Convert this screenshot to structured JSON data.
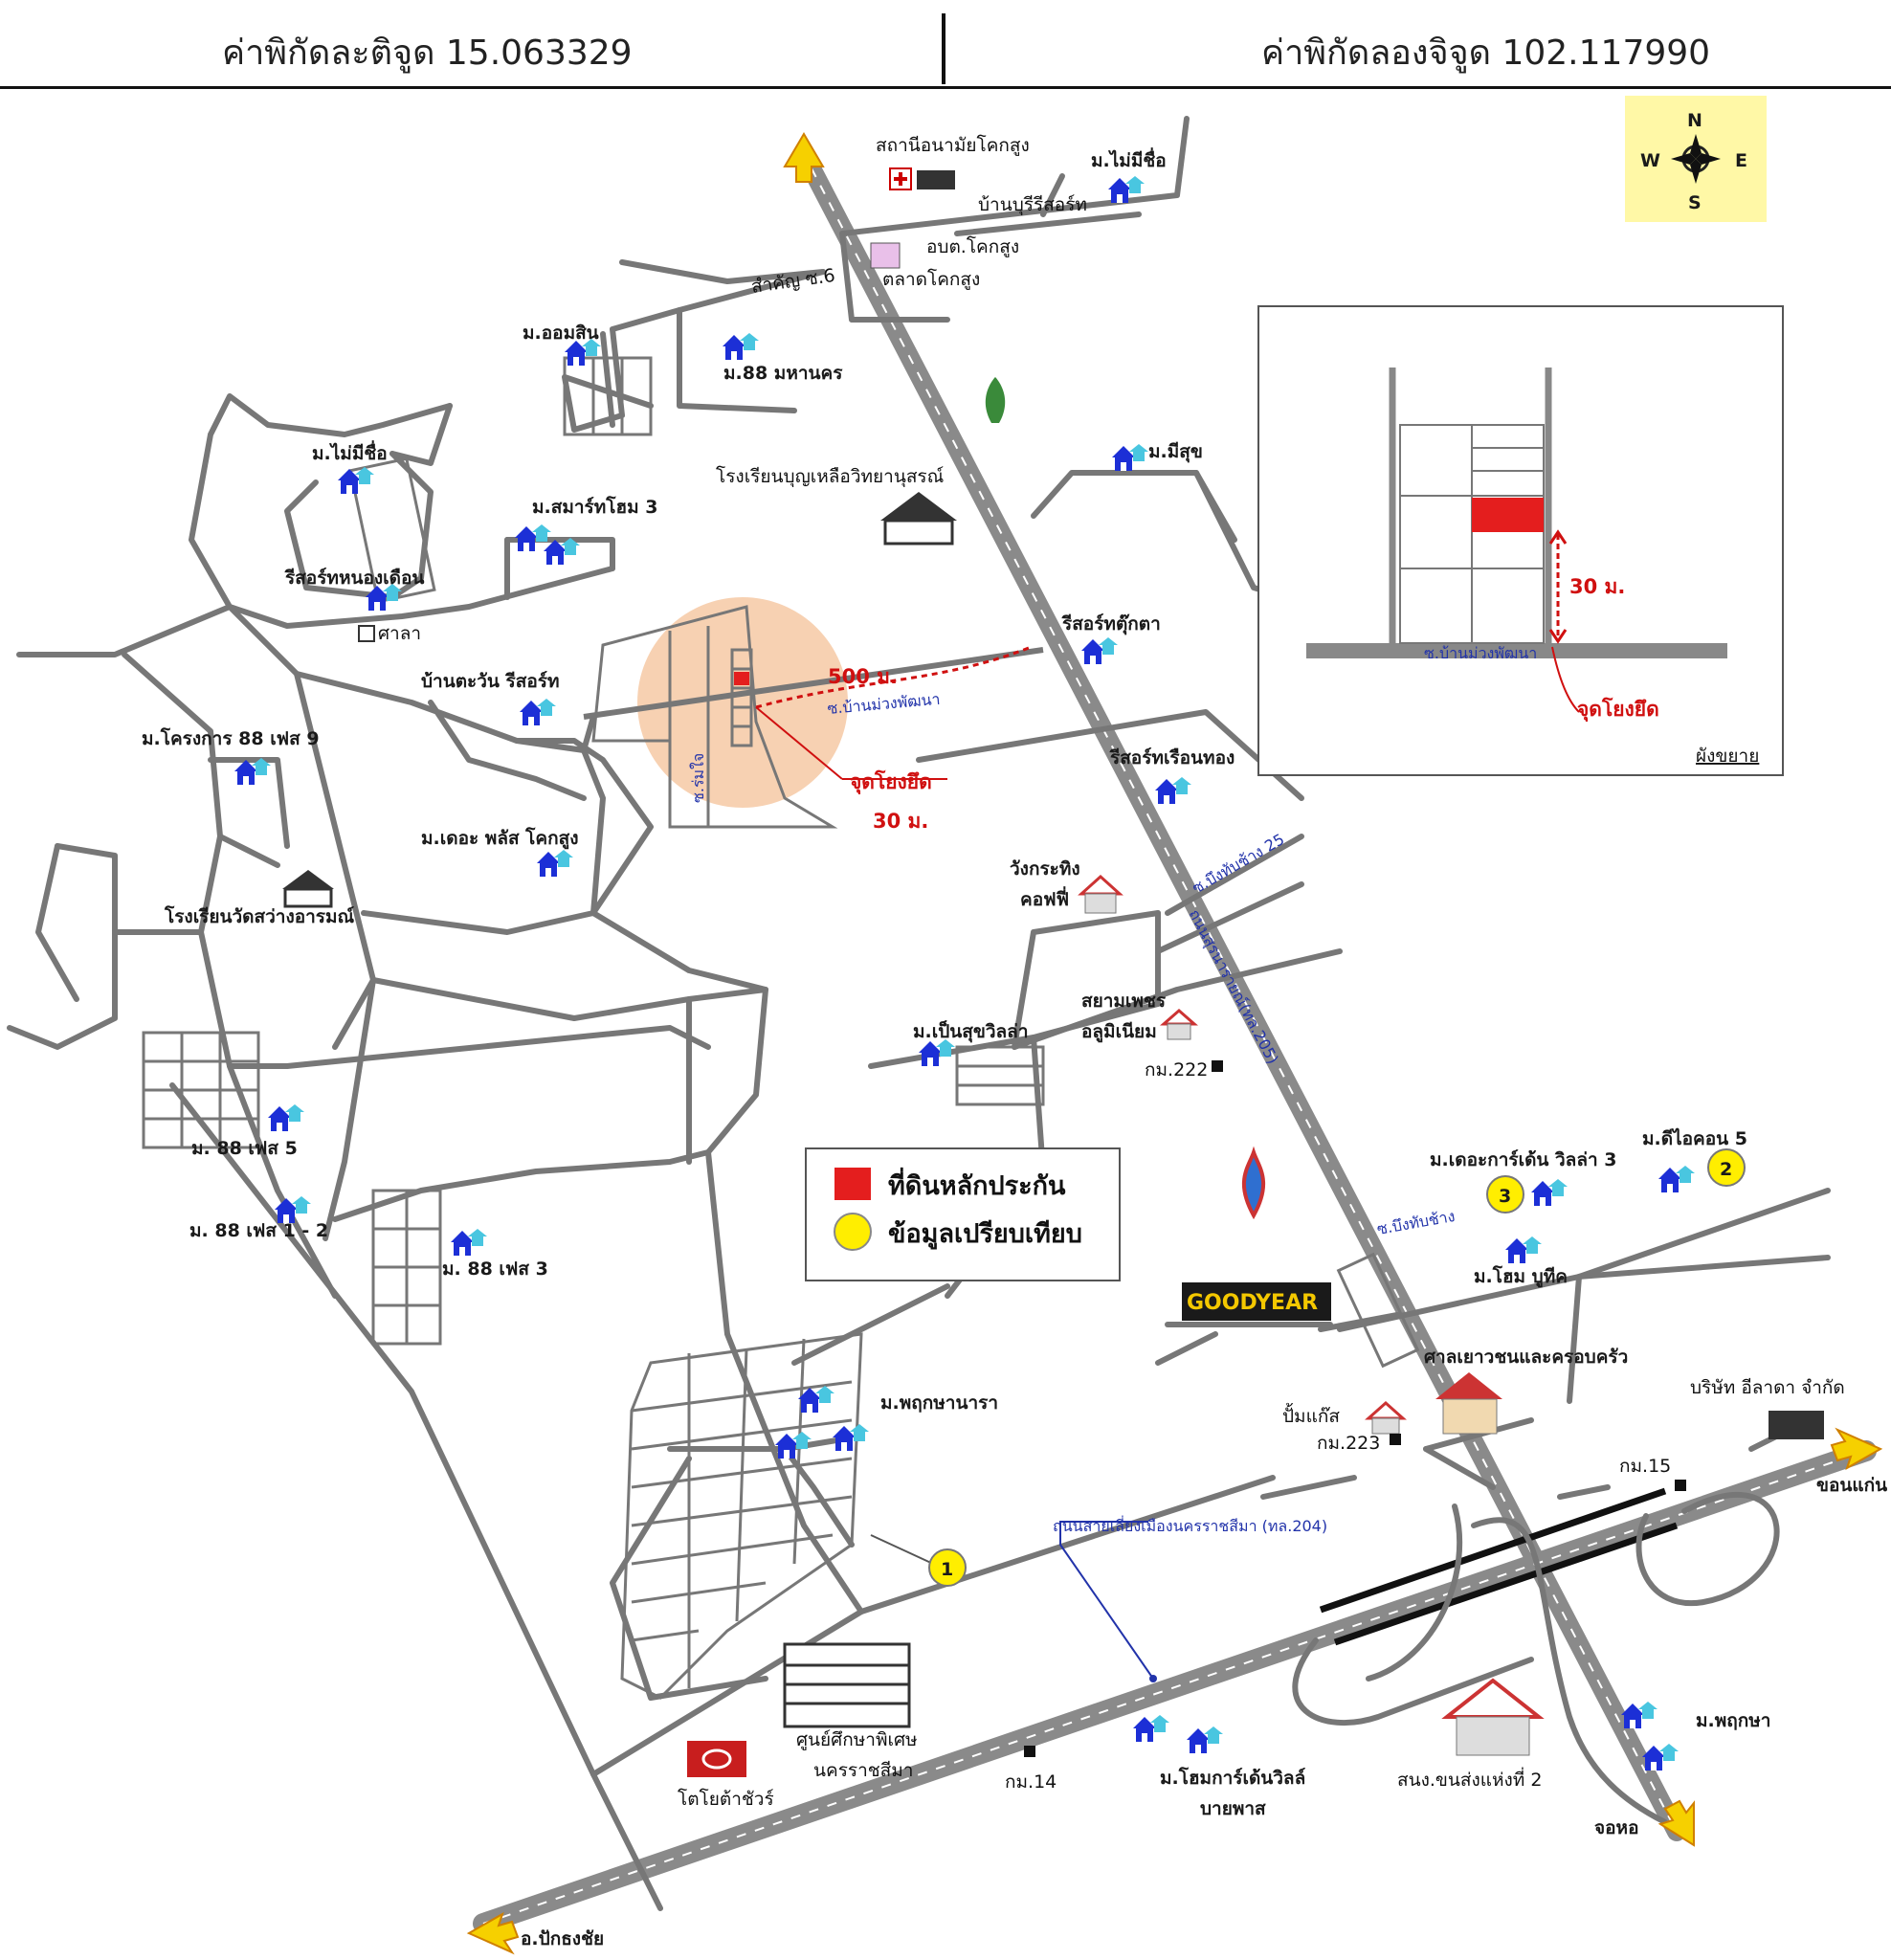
{
  "header": {
    "latitude": "ค่าพิกัดละติจูด 15.063329",
    "longitude": "ค่าพิกัดลองจิจูด 102.117990"
  },
  "compass": {
    "n": "N",
    "s": "S",
    "e": "E",
    "w": "W"
  },
  "inset": {
    "distance": "30 ม.",
    "road": "ซ.บ้านม่วงพัฒนา",
    "anchor": "จุดโยงยึด",
    "title": "ผังขยาย"
  },
  "legend": {
    "collateral": "ที่ดินหลักประกัน",
    "comparison": "ข้อมูลเปรียบเทียบ",
    "collateral_color": "#e41e1e",
    "comparison_color": "#ffee00"
  },
  "subject": {
    "distance_500": "500 ม.",
    "distance_30": "30 ม.",
    "anchor": "จุดโยงยึด",
    "road": "ซ.บ้านม่วงพัฒนา",
    "alley": "ซ.ร่มใจ"
  },
  "labels": {
    "health": "สถานีอนามัยโคกสูง",
    "m_no_name_top": "ม.ไม่มีชื่อ",
    "resort_top": "บ้านบุรีรีสอร์ท",
    "obt": "อบต.โคกสูง",
    "market": "ตลาดโคกสูง",
    "samkhan": "สำคัญ ซ.6",
    "m_aomsin": "ม.ออมสิน",
    "m_88_mahanakorn": "ม.88 มหานคร",
    "m_misuk": "ม.มีสุข",
    "school_bunlue": "โรงเรียนบุญเหลือวิทยานุสรณ์",
    "m_no_name_left": "ม.ไม่มีชื่อ",
    "m_smart_home": "ม.สมาร์ทโฮม 3",
    "resort_nongduean": "รีสอร์ทหนองเดือน",
    "sala": "ศาลา",
    "resort_tukta": "รีสอร์ทตุ๊กตา",
    "resort_tawan": "บ้านตะวัน รีสอร์ท",
    "m_project_88_9": "ม.โครงการ 88 เฟส 9",
    "resort_ruenthong": "รีสอร์ทเรือนทอง",
    "m_the_plus": "ม.เดอะ พลัส โคกสูง",
    "school_wat": "โรงเรียนวัดสว่างอารมณ์",
    "soi_bueng_25": "ซ.บึงทับช้าง 25",
    "wangkrating": "วังกระทิง",
    "coffee": "คอฟฟี่",
    "highway_205": "ถนนสุรนารายณ์(ทล.205)",
    "siam_phet": "สยามเพชร",
    "aluminium": "อลูมิเนียม",
    "m_pensuk": "ม.เป็นสุขวิลล่า",
    "km222": "กม.222",
    "m_88_5": "ม. 88 เฟส 5",
    "m_garden_villa": "ม.เดอะการ์เด้น วิลล่า 3",
    "m_d_icon": "ม.ดีไอคอน 5",
    "soi_bueng": "ซ.บึงทับช้าง",
    "m_88_1_2": "ม. 88 เฟส 1 - 2",
    "m_88_3": "ม. 88 เฟส 3",
    "m_home_butique": "ม.โฮม บูทีค",
    "goodyear": "GOODYEAR",
    "juvenile_court": "ศาลเยาวชนและครอบครัว",
    "m_pruksa_nara": "ม.พฤกษานารา",
    "gas": "ปั้มแก๊ส",
    "km223": "กม.223",
    "company": "บริษัท อีลาดา จำกัด",
    "km15": "กม.15",
    "khonkaen": "ขอนแก่น",
    "bypass": "ถนนสายเลี่ยงเมืองนครราชสีมา (ทล.204)",
    "special_edu_1": "ศูนย์ศึกษาพิเศษ",
    "special_edu_2": "นครราชสีมา",
    "km14": "กม.14",
    "m_home_garden_1": "ม.โฮมการ์เด้นวิลล์",
    "m_home_garden_2": "บายพาส",
    "transport": "สนง.ขนส่งแห่งที่ 2",
    "m_pruksa": "ม.พฤกษา",
    "toyota": "โตโยต้าชัวร์",
    "chokchai": "อ.ปักธงชัย",
    "johor": "จอหอ"
  },
  "comparison_points": [
    "1",
    "2",
    "3"
  ]
}
